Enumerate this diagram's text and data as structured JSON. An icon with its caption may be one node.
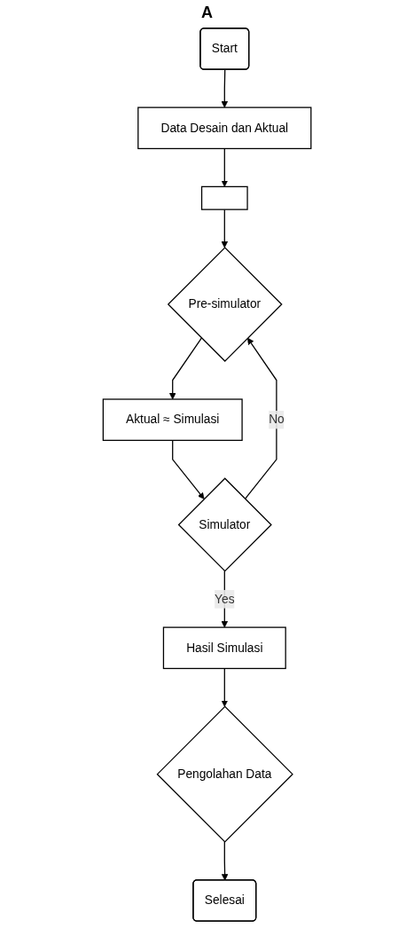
{
  "diagram": {
    "nodes": [
      {
        "text": [
          "Start"
        ]
      },
      {
        "text": [
          "Data Desain dan Aktual"
        ]
      },
      {
        "text": [],
        "shape": "box"
      },
      {
        "text": [
          "Pre-simulator"
        ]
      },
      {
        "text": [
          "Aktual ≈ Simulasi"
        ]
      },
      {
        "text": [
          "Simulator"
        ]
      },
      {
        "text": [
          "Hasil Simulasi"
        ]
      },
      {
        "text": [
          "Pengolahan Data"
        ]
      },
      {
        "text": [
          "Selesai"
        ]
      }
    ],
    "edges": [
      {
        "from": 0,
        "to": 1,
        "arrow": "to"
      },
      {
        "from": 1,
        "to": 2,
        "arrow": "to"
      },
      {
        "from": 2,
        "to": 3,
        "arrow": "to"
      },
      {
        "from": 3,
        "to": 4,
        "arrow": "to"
      },
      {
        "from": 4,
        "to": 5,
        "arrow": "to"
      },
      {
        "from": 5,
        "to": 3,
        "label": "No",
        "arrow": "to"
      },
      {
        "from": 5,
        "to": 6,
        "label": "Yes",
        "arrow": "to"
      },
      {
        "from": 6,
        "to": 7,
        "arrow": "to"
      },
      {
        "from": 7,
        "to": 8,
        "arrow": "to"
      }
    ],
    "labels": [
      "A"
    ]
  }
}
